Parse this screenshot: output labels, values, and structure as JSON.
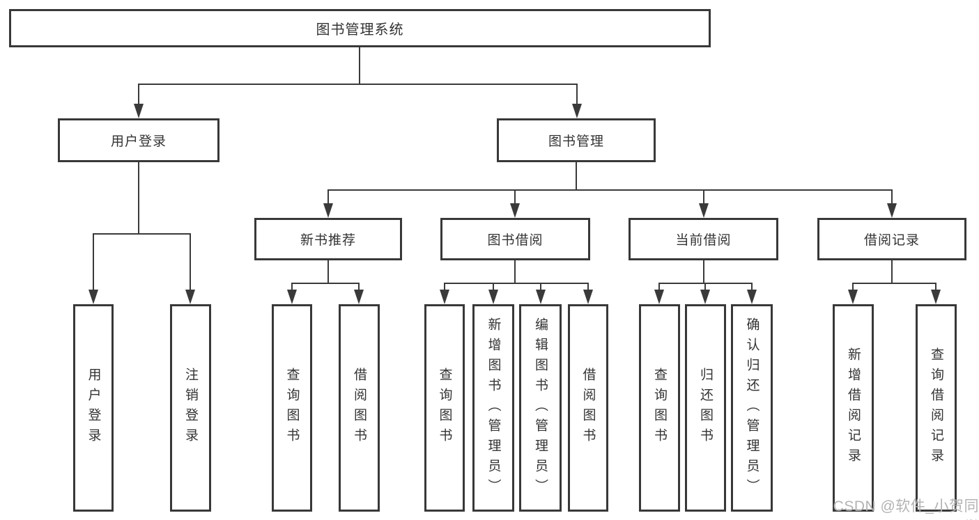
{
  "tree": {
    "root": {
      "label": "图书管理系统"
    },
    "user_login": {
      "label": "用户登录",
      "children": [
        {
          "label": "用户登录"
        },
        {
          "label": "注销登录"
        }
      ]
    },
    "book_management": {
      "label": "图书管理",
      "groups": [
        {
          "label": "新书推荐",
          "children": [
            {
              "label": "查询图书"
            },
            {
              "label": "借阅图书"
            }
          ]
        },
        {
          "label": "图书借阅",
          "children": [
            {
              "label": "查询图书"
            },
            {
              "label": "新增图书（管理员）"
            },
            {
              "label": "编辑图书（管理员）"
            },
            {
              "label": "借阅图书"
            }
          ]
        },
        {
          "label": "当前借阅",
          "children": [
            {
              "label": "查询图书"
            },
            {
              "label": "归还图书"
            },
            {
              "label": "确认归还（管理员）"
            }
          ]
        },
        {
          "label": "借阅记录",
          "children": [
            {
              "label": "新增借阅记录"
            },
            {
              "label": "查询借阅记录"
            }
          ]
        }
      ]
    }
  },
  "watermark": "CSDN @软件_小贺同学",
  "colors": {
    "line": "#3a3a3a",
    "box_border": "#383838",
    "text": "#333333",
    "watermark": "#b3b3b3",
    "background": "#ffffff"
  }
}
